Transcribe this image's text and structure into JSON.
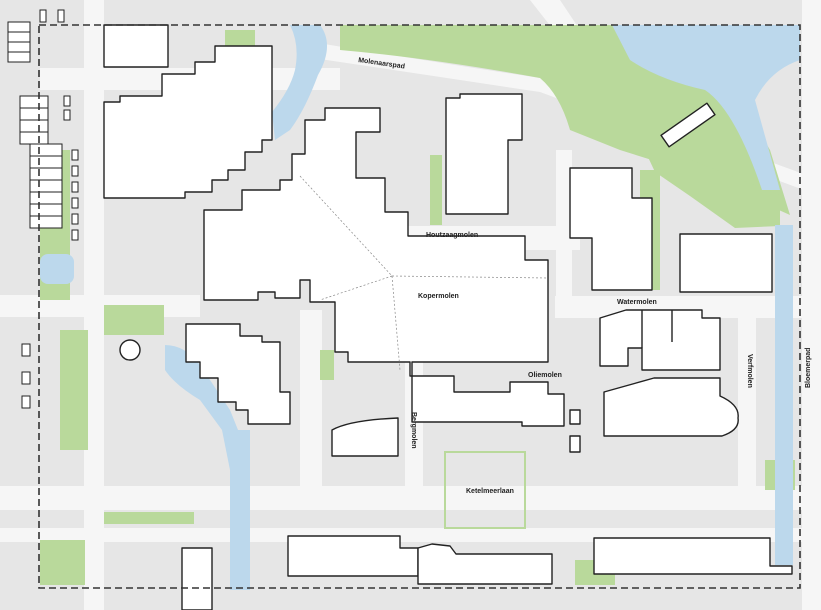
{
  "labels": {
    "molenaarspad": "Molenaarspad",
    "houtzaagmolen": "Houtzaagmolen",
    "kopermolen": "Kopermolen",
    "watermolen": "Watermolen",
    "oliemolen": "Oliemolen",
    "verfmolen": "Verfmolen",
    "bloemerpad": "Bloemerpad",
    "bergmolen": "Bergmolen",
    "ketelmeerlaan": "Ketelmeerlaan"
  },
  "colors": {
    "background": "#e6e6e6",
    "road": "#f6f6f6",
    "green": "#b9d99b",
    "water": "#bcd8ec",
    "building": "#ffffff",
    "outline": "#222222",
    "boundary": "#333333"
  }
}
